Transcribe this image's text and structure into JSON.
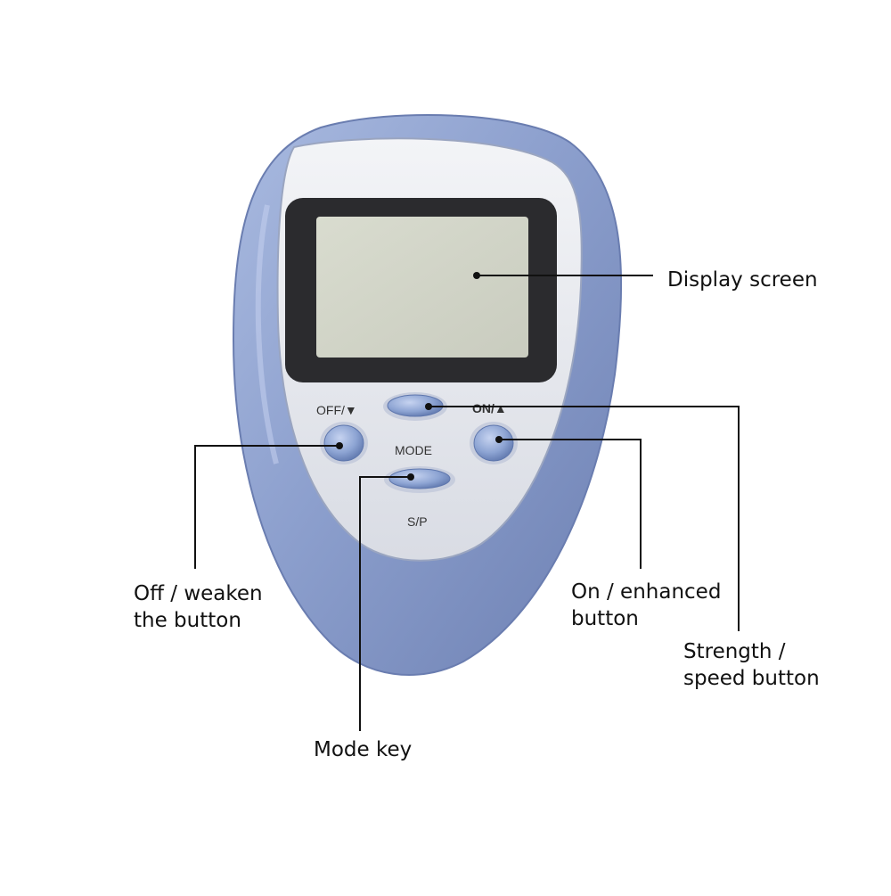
{
  "device": {
    "off_label": "OFF/▼",
    "on_label": "ON/▲",
    "mode_label": "MODE",
    "sp_label": "S/P"
  },
  "callouts": {
    "display_screen": "Display screen",
    "off_weaken": [
      "Off / weaken",
      "the button"
    ],
    "on_enhanced": [
      "On / enhanced",
      "button"
    ],
    "strength_speed": [
      "Strength /",
      "speed button"
    ],
    "mode_key": "Mode key"
  },
  "colors": {
    "body": "#8fa3cf",
    "body_dark": "#6f84b6",
    "faceplate": "#e6e8ee",
    "screen_bezel": "#2a2a2c",
    "screen": "#d2d5c8",
    "button": "#8fa6d4",
    "leader": "#111111"
  }
}
